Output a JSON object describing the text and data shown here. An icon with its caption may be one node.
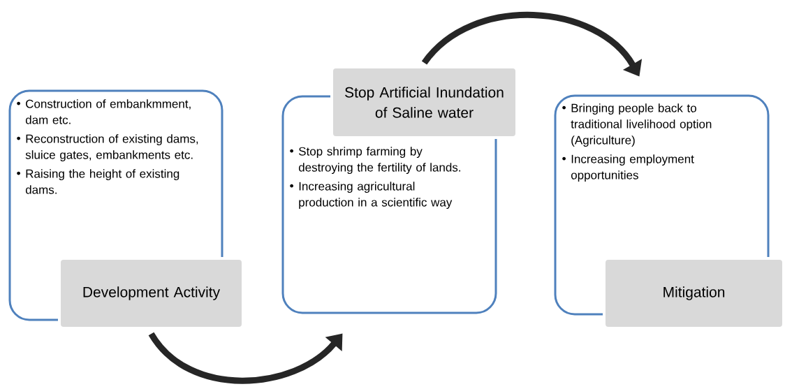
{
  "diagram": {
    "nodes": [
      {
        "text": [
          "Construction of embankmment, dam etc.",
          "Reconstruction of existing dams, sluice gates, embankments etc.",
          "Raising the height of existing dams."
        ]
      },
      {
        "text": [
          "Development Activity"
        ]
      },
      {
        "text": [
          "Stop shrimp farming by destroying the fertility of lands.",
          "Increasing agricultural production in a scientific way"
        ]
      },
      {
        "text": [
          "Stop Artificial Inundation of Saline water"
        ]
      },
      {
        "text": [
          "Bringing people back to traditional livelihood option (Agriculture)",
          "Increasing employment opportunities"
        ]
      },
      {
        "text": [
          "Mitigation"
        ]
      }
    ],
    "edges": [
      {
        "from": 1,
        "to": 2,
        "arrow": "to"
      },
      {
        "from": 3,
        "to": 4,
        "arrow": "to"
      }
    ]
  }
}
